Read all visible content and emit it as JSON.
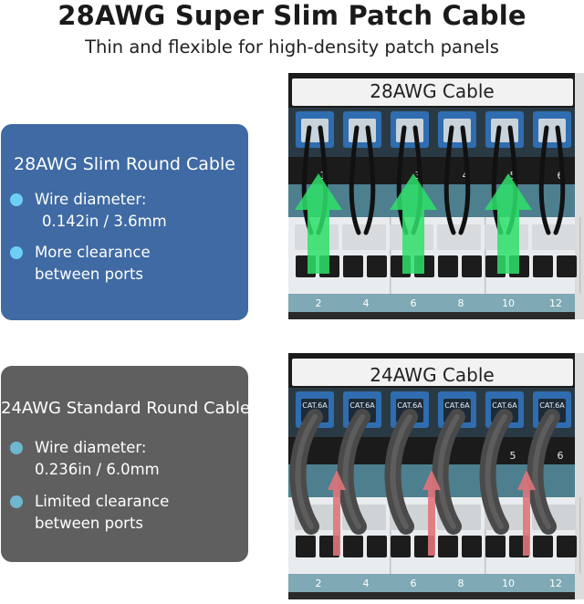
{
  "header": {
    "title": "28AWG Super Slim Patch Cable",
    "subtitle": "Thin and flexible for high-density patch panels"
  },
  "slim_card": {
    "title": "28AWG Slim Round Cable",
    "bullets": [
      {
        "line1": "Wire diameter:",
        "line2": "0.142in / 3.6mm"
      },
      {
        "line1": "More clearance",
        "line2": "between ports"
      }
    ],
    "color": "#3f6aa3"
  },
  "standard_card": {
    "title": "24AWG Standard Round Cable",
    "bullets": [
      {
        "line1": "Wire diameter:",
        "line2": "0.236in / 6.0mm"
      },
      {
        "line1": "Limited clearance",
        "line2": "between ports"
      }
    ],
    "color": "#5f5f5f"
  },
  "photo_slim": {
    "label": "28AWG Cable",
    "top_ports": [
      "1",
      "",
      "3",
      "4",
      "5",
      "6"
    ],
    "bottom_ports": [
      "2",
      "4",
      "6",
      "8",
      "10",
      "12"
    ],
    "arrow_color": "#2ee06a"
  },
  "photo_standard": {
    "label": "24AWG Cable",
    "jack_label": "CAT.6A",
    "top_ports": [
      "",
      "",
      "",
      "",
      "5",
      "6"
    ],
    "bottom_ports": [
      "2",
      "4",
      "6",
      "8",
      "10",
      "12"
    ],
    "arrow_color": "#e0747a"
  }
}
